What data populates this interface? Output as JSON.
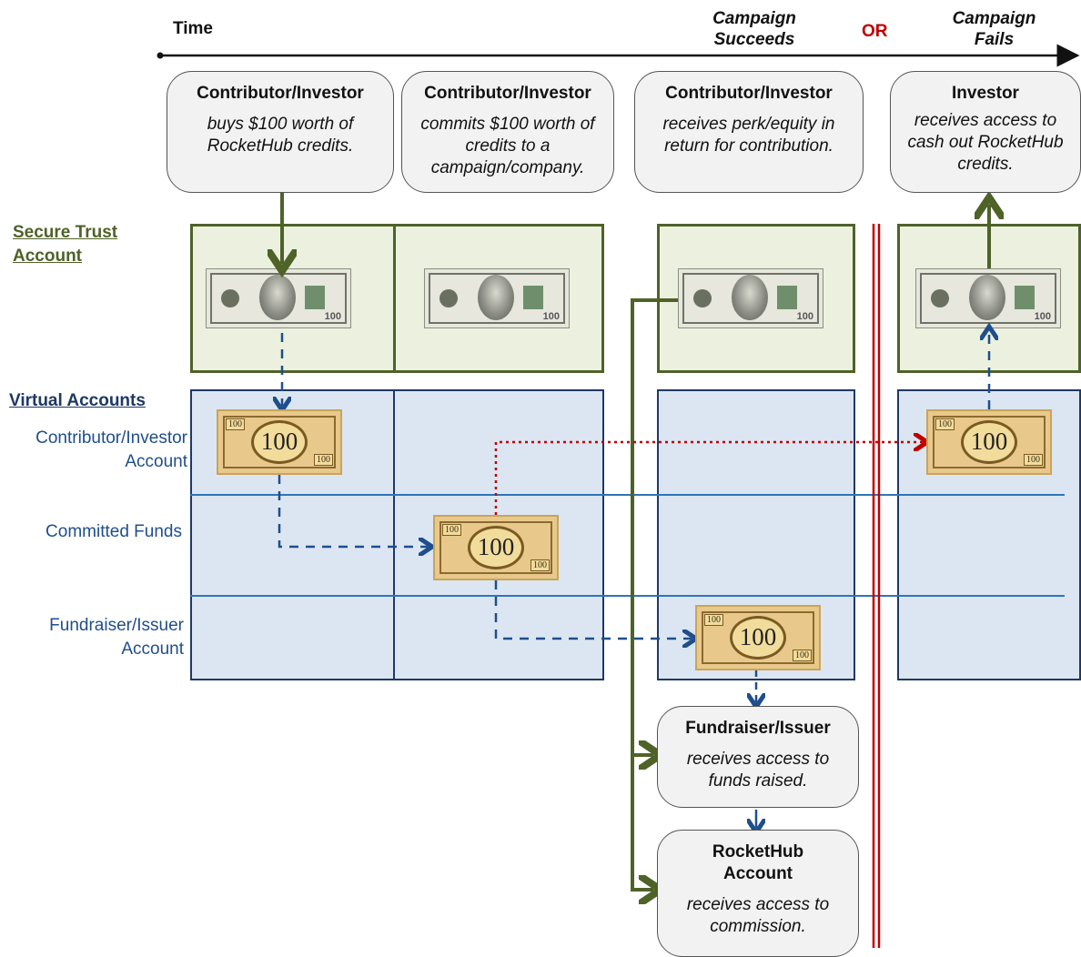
{
  "timeline": {
    "time_label": "Time",
    "succeeds_label": "Campaign Succeeds",
    "or_label": "OR",
    "fails_label": "Campaign Fails"
  },
  "steps": [
    {
      "title": "Contributor/Investor",
      "desc": "buys $100 worth of RocketHub credits."
    },
    {
      "title": "Contributor/Investor",
      "desc": "commits $100 worth of credits to a campaign/company."
    },
    {
      "title": "Contributor/Investor",
      "desc": "receives perk/equity in return for contribution."
    },
    {
      "title": "Investor",
      "desc": "receives access to cash out RocketHub credits."
    }
  ],
  "sections": {
    "secure_trust": "Secure Trust Account",
    "virtual": "Virtual Accounts"
  },
  "rows": {
    "contributor": "Contributor/Investor Account",
    "committed": "Committed Funds",
    "fundraiser": "Fundraiser/Issuer Account"
  },
  "outcomes": [
    {
      "title": "Fundraiser/Issuer",
      "desc": "receives access to funds raised."
    },
    {
      "title": "RocketHub Account",
      "desc": "receives access to commission."
    }
  ],
  "note_value": "100",
  "colors": {
    "trust_green": "#4f6228",
    "virtual_blue": "#1f3864",
    "fail_red": "#c00000"
  }
}
